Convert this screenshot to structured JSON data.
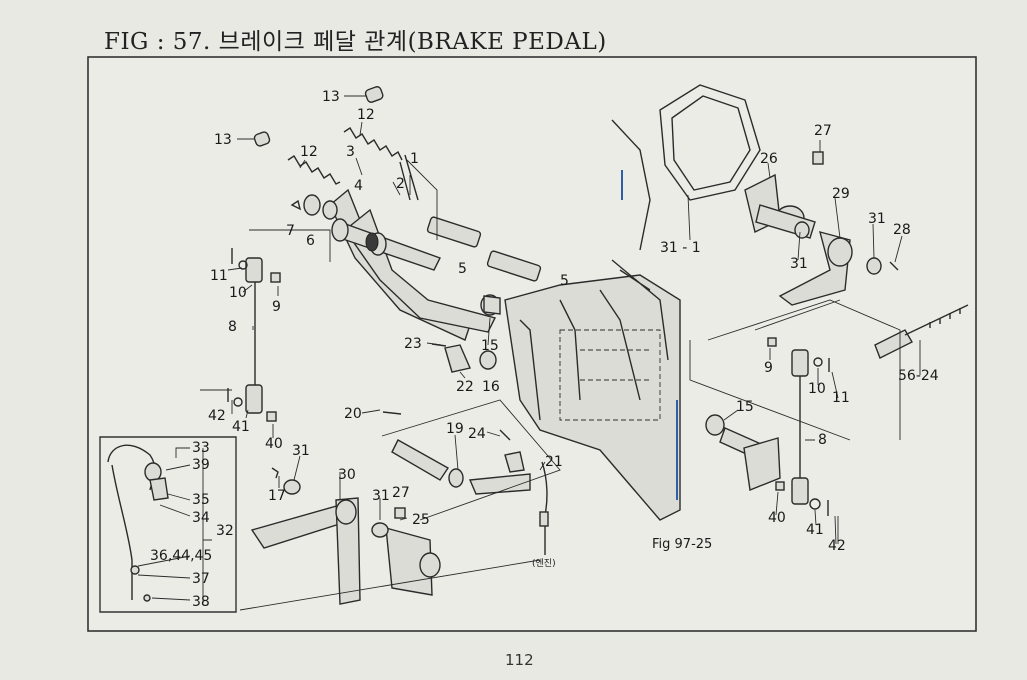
{
  "figure": {
    "title": "FIG : 57. 브레이크 페달 관계(BRAKE PEDAL)",
    "page_number": "112",
    "reference": "Fig 97-25",
    "engine_note": "(엔진)"
  },
  "callouts": {
    "c13a": "13",
    "c13b": "13",
    "c12a": "12",
    "c12b": "12",
    "c3": "3",
    "c4": "4",
    "c1": "1",
    "c2": "2",
    "c7": "7",
    "c6": "6",
    "c5a": "5",
    "c5b": "5",
    "c11a": "11",
    "c10a": "10",
    "c9a": "9",
    "c8a": "8",
    "c42a": "42",
    "c41a": "41",
    "c40a": "40",
    "c23": "23",
    "c22": "22",
    "c15a": "15",
    "c16": "16",
    "c20": "20",
    "c19": "19",
    "c24": "24",
    "c21": "21",
    "c31a": "31",
    "c17": "17",
    "c30": "30",
    "c31b": "31",
    "c27b": "27",
    "c25": "25",
    "c33": "33",
    "c39": "39",
    "c35": "35",
    "c34": "34",
    "c32": "32",
    "c36": "36,44,45",
    "c37": "37",
    "c38": "38",
    "c27a": "27",
    "c26": "26",
    "c29": "29",
    "c31c": "31",
    "c28": "28",
    "c31-1": "31 - 1",
    "c31d": "31",
    "c56": "56-24",
    "c9b": "9",
    "c10b": "10",
    "c11b": "11",
    "c15b": "15",
    "c8b": "8",
    "c40b": "40",
    "c41b": "41",
    "c42b": "42"
  }
}
